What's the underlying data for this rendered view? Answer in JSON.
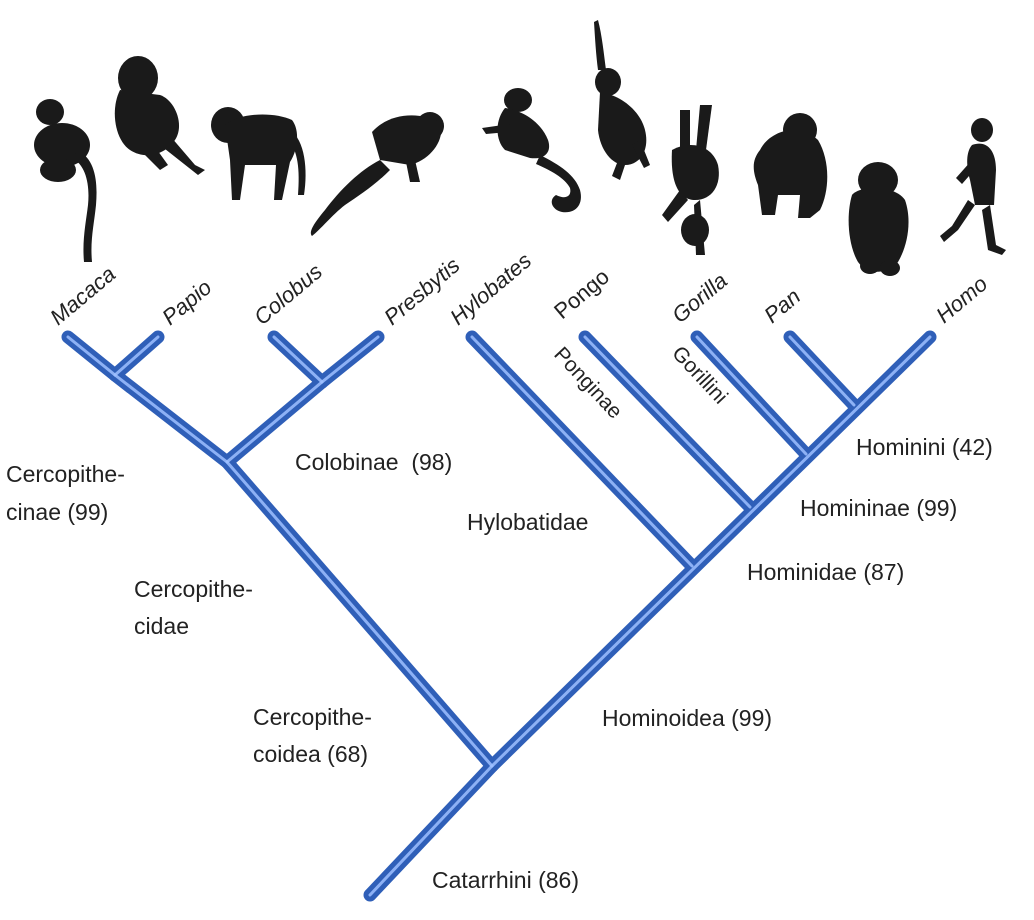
{
  "taxa": {
    "macaca": "Macaca",
    "papio": "Papio",
    "colobus": "Colobus",
    "presbytis": "Presbytis",
    "hylobates": "Hylobates",
    "pongo": "Pongo",
    "gorilla": "Gorilla",
    "pan": "Pan",
    "homo": "Homo"
  },
  "clades": {
    "cercopithecinae_1": "Cercopithe-",
    "cercopithecinae_2": "cinae (99)",
    "colobinae": "Colobinae  (98)",
    "cercopithecidae_1": "Cercopithe-",
    "cercopithecidae_2": "cidae",
    "cercopithecoidea_1": "Cercopithe-",
    "cercopithecoidea_2": "coidea (68)",
    "hylobatidae": "Hylobatidae",
    "ponginae": "Ponginae",
    "gorillini": "Gorillini",
    "hominini": "Hominini (42)",
    "homininae": "Homininae (99)",
    "hominidae": "Hominidae (87)",
    "hominoidea": "Hominoidea (99)",
    "catarrhini": "Catarrhini (86)"
  },
  "colors": {
    "branch": "#2f5fb8",
    "branch_highlight": "#9ec0ff",
    "silhouette": "#1a1a1a"
  },
  "icons": [
    "macaque-silhouette-icon",
    "baboon-silhouette-icon",
    "colobus-silhouette-icon",
    "langur-silhouette-icon",
    "gibbon-sitting-silhouette-icon",
    "gibbon-hanging-silhouette-icon",
    "orangutan-hanging-silhouette-icon",
    "gorilla-silhouette-icon",
    "chimpanzee-silhouette-icon",
    "human-walking-silhouette-icon"
  ]
}
